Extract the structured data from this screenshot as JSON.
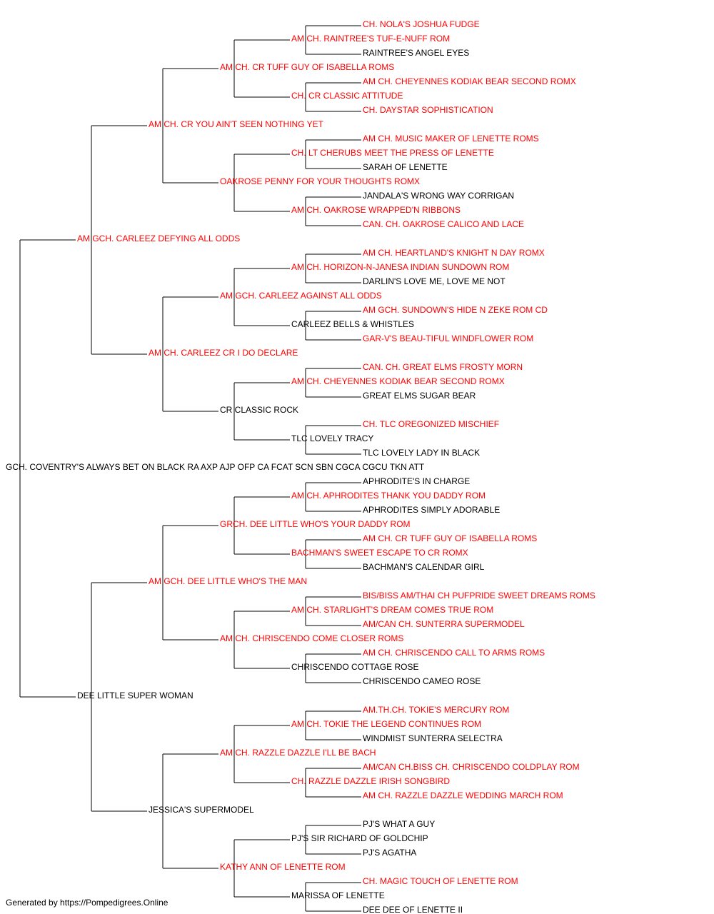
{
  "colors": {
    "titled": "#ff0000",
    "plain": "#000000",
    "line": "#000000"
  },
  "pedigree": {
    "name": "GCH. COVENTRY'S ALWAYS BET ON BLACK RA AXP AJP OFP CA FCAT SCN SBN CGCA CGCU TKN ATT",
    "titled": false,
    "sire": {
      "name": "AM GCH. CARLEEZ DEFYING ALL ODDS",
      "titled": true,
      "sire": {
        "name": "AM CH. CR YOU AIN'T SEEN NOTHING YET",
        "titled": true,
        "sire": {
          "name": "AM CH. CR TUFF GUY OF ISABELLA ROMS",
          "titled": true,
          "sire": {
            "name": "AM CH. RAINTREE'S TUF-E-NUFF ROM",
            "titled": true,
            "sire": {
              "name": "CH. NOLA'S JOSHUA FUDGE",
              "titled": true
            },
            "dam": {
              "name": "RAINTREE'S ANGEL EYES",
              "titled": false
            }
          },
          "dam": {
            "name": "CH. CR CLASSIC ATTITUDE",
            "titled": true,
            "sire": {
              "name": "AM CH. CHEYENNES KODIAK BEAR SECOND ROMX",
              "titled": true
            },
            "dam": {
              "name": "CH. DAYSTAR SOPHISTICATION",
              "titled": true
            }
          }
        },
        "dam": {
          "name": "OAKROSE PENNY FOR YOUR THOUGHTS ROMX",
          "titled": true,
          "sire": {
            "name": "CH. LT CHERUBS MEET THE PRESS OF LENETTE",
            "titled": true,
            "sire": {
              "name": "AM CH. MUSIC MAKER OF LENETTE ROMS",
              "titled": true
            },
            "dam": {
              "name": "SARAH OF LENETTE",
              "titled": false
            }
          },
          "dam": {
            "name": "AM CH. OAKROSE WRAPPED'N RIBBONS",
            "titled": true,
            "sire": {
              "name": "JANDALA'S WRONG WAY CORRIGAN",
              "titled": false
            },
            "dam": {
              "name": "CAN. CH. OAKROSE CALICO AND LACE",
              "titled": true
            }
          }
        }
      },
      "dam": {
        "name": "AM CH. CARLEEZ CR I DO DECLARE",
        "titled": true,
        "sire": {
          "name": "AM GCH. CARLEEZ AGAINST ALL ODDS",
          "titled": true,
          "sire": {
            "name": "AM CH. HORIZON-N-JANESA INDIAN SUNDOWN ROM",
            "titled": true,
            "sire": {
              "name": "AM CH. HEARTLAND'S KNIGHT N DAY ROMX",
              "titled": true
            },
            "dam": {
              "name": "DARLIN'S LOVE ME, LOVE ME NOT",
              "titled": false
            }
          },
          "dam": {
            "name": "CARLEEZ BELLS & WHISTLES",
            "titled": false,
            "sire": {
              "name": "AM GCH. SUNDOWN'S HIDE N ZEKE ROM CD",
              "titled": true
            },
            "dam": {
              "name": "GAR-V'S BEAU-TIFUL WINDFLOWER ROM",
              "titled": true
            }
          }
        },
        "dam": {
          "name": "CR CLASSIC ROCK",
          "titled": false,
          "sire": {
            "name": "AM CH. CHEYENNES KODIAK BEAR SECOND ROMX",
            "titled": true,
            "sire": {
              "name": "CAN. CH. GREAT ELMS FROSTY MORN",
              "titled": true
            },
            "dam": {
              "name": "GREAT ELMS SUGAR BEAR",
              "titled": false
            }
          },
          "dam": {
            "name": "TLC LOVELY TRACY",
            "titled": false,
            "sire": {
              "name": "CH. TLC OREGONIZED MISCHIEF",
              "titled": true
            },
            "dam": {
              "name": "TLC LOVELY LADY IN BLACK",
              "titled": false
            }
          }
        }
      }
    },
    "dam": {
      "name": "DEE LITTLE SUPER WOMAN",
      "titled": false,
      "sire": {
        "name": "AM GCH. DEE LITTLE WHO'S THE MAN",
        "titled": true,
        "sire": {
          "name": "GRCH. DEE LITTLE WHO'S YOUR DADDY ROM",
          "titled": true,
          "sire": {
            "name": "AM CH. APHRODITES THANK YOU DADDY ROM",
            "titled": true,
            "sire": {
              "name": "APHRODITE'S IN CHARGE",
              "titled": false
            },
            "dam": {
              "name": "APHRODITES SIMPLY ADORABLE",
              "titled": false
            }
          },
          "dam": {
            "name": "BACHMAN'S SWEET ESCAPE TO CR ROMX",
            "titled": true,
            "sire": {
              "name": "AM CH. CR TUFF GUY OF ISABELLA ROMS",
              "titled": true
            },
            "dam": {
              "name": "BACHMAN'S CALENDAR GIRL",
              "titled": false
            }
          }
        },
        "dam": {
          "name": "AM CH. CHRISCENDO COME CLOSER ROMS",
          "titled": true,
          "sire": {
            "name": "AM CH. STARLIGHT'S DREAM COMES TRUE ROM",
            "titled": true,
            "sire": {
              "name": "BIS/BISS AM/THAI CH PUFPRIDE SWEET DREAMS ROMS",
              "titled": true
            },
            "dam": {
              "name": "AM/CAN CH. SUNTERRA SUPERMODEL",
              "titled": true
            }
          },
          "dam": {
            "name": "CHRISCENDO COTTAGE ROSE",
            "titled": false,
            "sire": {
              "name": "AM CH. CHRISCENDO CALL TO ARMS ROMS",
              "titled": true
            },
            "dam": {
              "name": "CHRISCENDO CAMEO ROSE",
              "titled": false
            }
          }
        }
      },
      "dam": {
        "name": "JESSICA'S SUPERMODEL",
        "titled": false,
        "sire": {
          "name": "AM CH. RAZZLE DAZZLE I'LL BE BACH",
          "titled": true,
          "sire": {
            "name": "AM CH. TOKIE THE LEGEND CONTINUES ROM",
            "titled": true,
            "sire": {
              "name": "AM.TH.CH. TOKIE'S MERCURY ROM",
              "titled": true
            },
            "dam": {
              "name": "WINDMIST SUNTERRA SELECTRA",
              "titled": false
            }
          },
          "dam": {
            "name": "CH. RAZZLE DAZZLE IRISH SONGBIRD",
            "titled": true,
            "sire": {
              "name": "AM/CAN CH.BISS CH. CHRISCENDO COLDPLAY ROM",
              "titled": true
            },
            "dam": {
              "name": "AM CH. RAZZLE DAZZLE WEDDING MARCH ROM",
              "titled": true
            }
          }
        },
        "dam": {
          "name": "KATHY ANN OF LENETTE ROM",
          "titled": true,
          "sire": {
            "name": "PJ'S SIR RICHARD OF GOLDCHIP",
            "titled": false,
            "sire": {
              "name": "PJ'S WHAT A GUY",
              "titled": false
            },
            "dam": {
              "name": "PJ'S AGATHA",
              "titled": false
            }
          },
          "dam": {
            "name": "MARISSA OF LENETTE",
            "titled": false,
            "sire": {
              "name": "CH. MAGIC TOUCH OF LENETTE ROM",
              "titled": true
            },
            "dam": {
              "name": "DEE DEE OF LENETTE II",
              "titled": false
            }
          }
        }
      }
    }
  },
  "footer": "Generated by https://Pompedigrees.Online"
}
